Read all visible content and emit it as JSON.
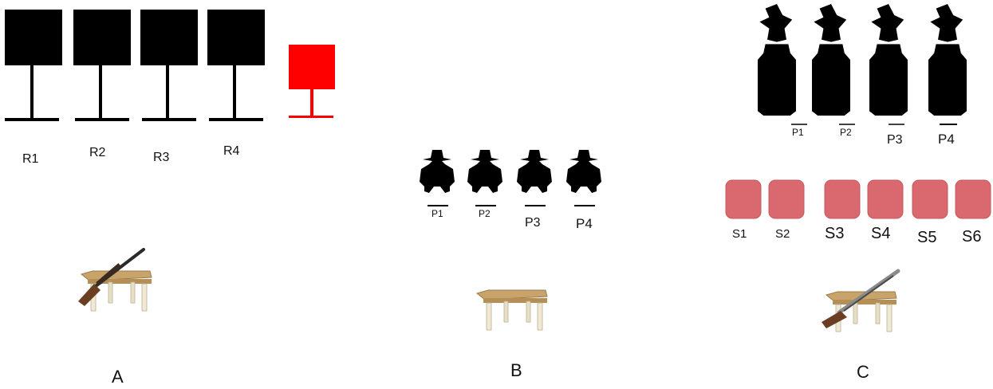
{
  "panel_a": {
    "caption": "A",
    "targets": [
      "R1",
      "R2",
      "R3",
      "R4"
    ],
    "popper_color": "#ff0000",
    "target_color": "#000000",
    "props": [
      "table-icon",
      "rifle-icon"
    ]
  },
  "panel_b": {
    "caption": "B",
    "targets": [
      "P1",
      "P2",
      "P3",
      "P4"
    ],
    "props": [
      "table-icon"
    ]
  },
  "panel_c": {
    "caption": "C",
    "targets": [
      "P1",
      "P2",
      "P3",
      "P4"
    ],
    "plates": [
      "S1",
      "S2",
      "S3",
      "S4",
      "S5",
      "S6"
    ],
    "plate_color": "#d9696e",
    "props": [
      "table-icon",
      "shotgun-icon"
    ]
  }
}
